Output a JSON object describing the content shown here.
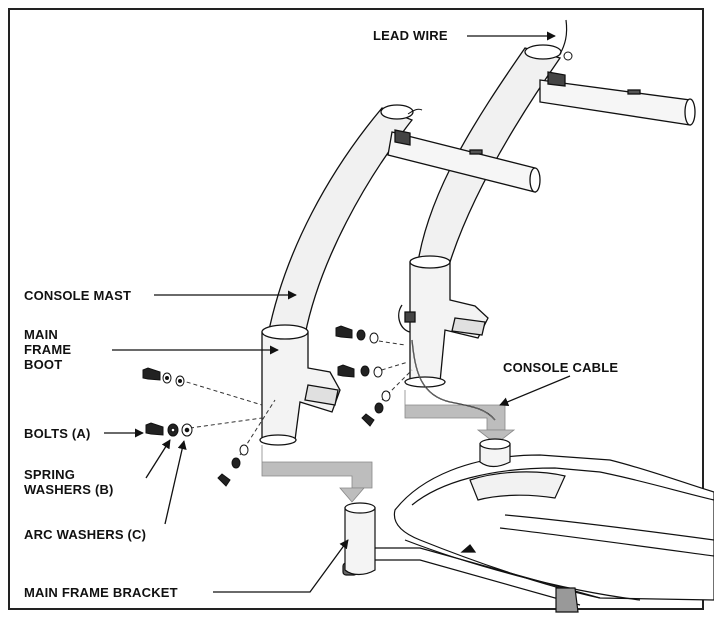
{
  "labels": {
    "lead_wire": "LEAD WIRE",
    "console_mast": "CONSOLE MAST",
    "main_frame_boot": "MAIN FRAME BOOT",
    "console_cable": "CONSOLE CABLE",
    "bolts": "BOLTS (A)",
    "spring_washers": "SPRING WASHERS (B)",
    "arc_washers": "ARC WASHERS (C)",
    "main_frame_bracket": "MAIN FRAME BRACKET"
  }
}
